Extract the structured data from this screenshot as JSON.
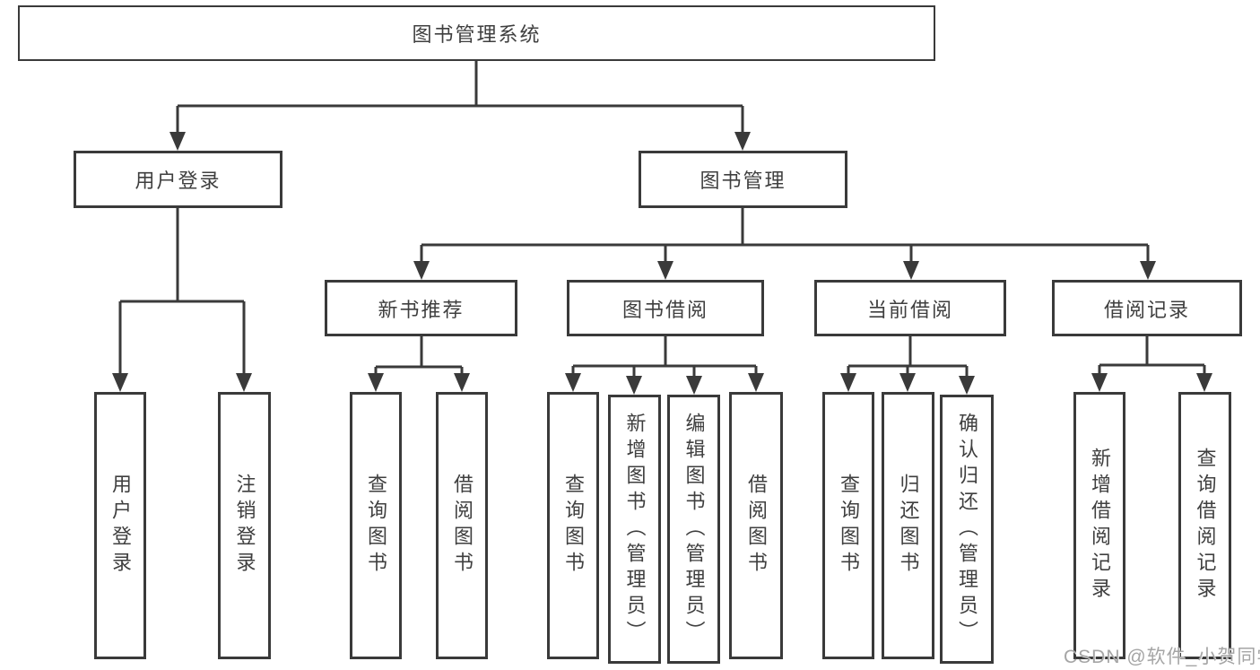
{
  "diagram": {
    "title": "图书管理系统",
    "level2": {
      "user_login": "用户登录",
      "book_management": "图书管理"
    },
    "level3": {
      "new_book_recommend": "新书推荐",
      "book_borrow": "图书借阅",
      "current_borrow": "当前借阅",
      "borrow_records": "借阅记录"
    },
    "leaves": {
      "user_login": "用户登录",
      "logout": "注销登录",
      "nb_query_books": "查询图书",
      "nb_borrow_books": "借阅图书",
      "bb_query_books": "查询图书",
      "bb_add_books": "新增图书（管理员）",
      "bb_edit_books": "编辑图书（管理员）",
      "bb_borrow_books": "借阅图书",
      "cb_query_books": "查询图书",
      "cb_return_books": "归还图书",
      "cb_confirm_return": "确认归还（管理员）",
      "br_add_record": "新增借阅记录",
      "br_query_record": "查询借阅记录"
    }
  },
  "watermark": "CSDN @软件_小贺同学",
  "colors": {
    "line": "#3a3a3a",
    "text": "#3f3f3f",
    "watermark": "#a5a5a5",
    "background": "#ffffff"
  }
}
